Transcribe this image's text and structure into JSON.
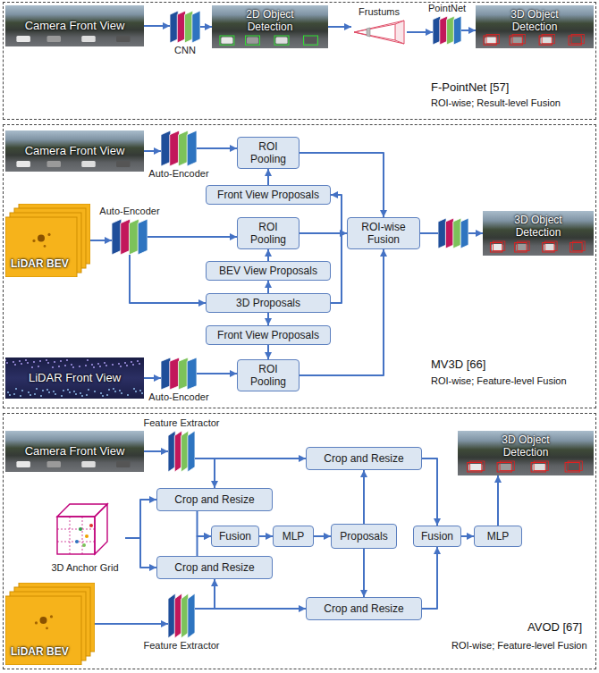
{
  "diagram": {
    "nodes": [
      {
        "text": [
          "F-PointNet [57]",
          "ROI-wise; Result-level Fusion"
        ]
      },
      {
        "text": [
          "Camera Front View"
        ],
        "in": 0
      },
      {
        "text": [
          "CNN"
        ],
        "in": 0
      },
      {
        "text": [
          "2D Object Detection"
        ],
        "in": 0
      },
      {
        "text": [
          "Frustums"
        ],
        "in": 0
      },
      {
        "text": [
          "PointNet"
        ],
        "in": 0
      },
      {
        "text": [
          "3D Object Detection"
        ],
        "in": 0
      },
      {
        "text": [
          "MV3D [66]",
          "ROI-wise; Feature-level Fusion"
        ]
      },
      {
        "text": [
          "Camera Front View"
        ],
        "in": 7
      },
      {
        "text": [
          "Auto-Encoder"
        ],
        "in": 7
      },
      {
        "text": [
          "ROI Pooling"
        ],
        "in": 7
      },
      {
        "text": [
          "Front View Proposals"
        ],
        "in": 7
      },
      {
        "text": [
          "LiDAR BEV"
        ],
        "in": 7
      },
      {
        "text": [
          "Auto-Encoder"
        ],
        "in": 7
      },
      {
        "text": [
          "ROI Pooling"
        ],
        "in": 7
      },
      {
        "text": [
          "BEV View Proposals"
        ],
        "in": 7
      },
      {
        "text": [
          "3D  Proposals"
        ],
        "in": 7
      },
      {
        "text": [
          "Front View Proposals"
        ],
        "in": 7
      },
      {
        "text": [
          "ROI-wise Fusion"
        ],
        "in": 7
      },
      {
        "text": [
          "3D Object Detection"
        ],
        "in": 7
      },
      {
        "text": [
          "LiDAR Front View"
        ],
        "in": 7
      },
      {
        "text": [
          "Auto-Encoder"
        ],
        "in": 7
      },
      {
        "text": [
          "ROI Pooling"
        ],
        "in": 7
      },
      {
        "text": [
          "AVOD [67]",
          "ROI-wise; Feature-level Fusion"
        ]
      },
      {
        "text": [
          "Camera Front View"
        ],
        "in": 23
      },
      {
        "text": [
          "Feature Extractor"
        ],
        "in": 23
      },
      {
        "text": [
          "Crop and Resize"
        ],
        "in": 23
      },
      {
        "text": [
          "Crop and Resize"
        ],
        "in": 23
      },
      {
        "text": [
          "3D Anchor Grid"
        ],
        "in": 23
      },
      {
        "text": [
          "Fusion"
        ],
        "in": 23
      },
      {
        "text": [
          "MLP"
        ],
        "in": 23
      },
      {
        "text": [
          "Proposals"
        ],
        "in": 23
      },
      {
        "text": [
          "Fusion"
        ],
        "in": 23
      },
      {
        "text": [
          "MLP"
        ],
        "in": 23
      },
      {
        "text": [
          "3D Object Detection"
        ],
        "in": 23
      },
      {
        "text": [
          "Crop and Resize"
        ],
        "in": 23
      },
      {
        "text": [
          "Crop and Resize"
        ],
        "in": 23
      },
      {
        "text": [
          "LiDAR BEV"
        ],
        "in": 23
      },
      {
        "text": [
          "Feature Extractor"
        ],
        "in": 23
      }
    ],
    "edges": [
      {
        "from": 1,
        "to": 2,
        "arrow": "to"
      },
      {
        "from": 2,
        "to": 3,
        "arrow": "to"
      },
      {
        "from": 3,
        "to": 4,
        "arrow": "to"
      },
      {
        "from": 4,
        "to": 5,
        "arrow": "to"
      },
      {
        "from": 5,
        "to": 6,
        "arrow": "to"
      },
      {
        "from": 8,
        "to": 9,
        "arrow": "to"
      },
      {
        "from": 9,
        "to": 10,
        "arrow": "to"
      },
      {
        "from": 11,
        "to": 10,
        "arrow": "to"
      },
      {
        "from": 10,
        "to": 18,
        "arrow": "to"
      },
      {
        "from": 12,
        "to": 13,
        "arrow": "to"
      },
      {
        "from": 13,
        "to": 14,
        "arrow": "to"
      },
      {
        "from": 13,
        "to": 16,
        "arrow": "to"
      },
      {
        "from": 15,
        "to": 14,
        "arrow": "to"
      },
      {
        "from": 16,
        "to": 15,
        "arrow": "to"
      },
      {
        "from": 16,
        "to": 11,
        "arrow": "to"
      },
      {
        "from": 16,
        "to": 17,
        "arrow": "to"
      },
      {
        "from": 14,
        "to": 18,
        "arrow": "to"
      },
      {
        "from": 17,
        "to": 22,
        "arrow": "to"
      },
      {
        "from": 20,
        "to": 21,
        "arrow": "to"
      },
      {
        "from": 21,
        "to": 22,
        "arrow": "to"
      },
      {
        "from": 22,
        "to": 18,
        "arrow": "to"
      },
      {
        "from": 18,
        "to": 19,
        "arrow": "to"
      },
      {
        "from": 24,
        "to": 25,
        "arrow": "to"
      },
      {
        "from": 25,
        "to": 26,
        "arrow": "to"
      },
      {
        "from": 25,
        "to": 27,
        "arrow": "to"
      },
      {
        "from": 28,
        "to": 26,
        "arrow": "to"
      },
      {
        "from": 28,
        "to": 35,
        "arrow": "to"
      },
      {
        "from": 26,
        "to": 29,
        "arrow": "to"
      },
      {
        "from": 35,
        "to": 29,
        "arrow": "to"
      },
      {
        "from": 29,
        "to": 30,
        "arrow": "to"
      },
      {
        "from": 30,
        "to": 31,
        "arrow": "to"
      },
      {
        "from": 31,
        "to": 27,
        "arrow": "to"
      },
      {
        "from": 31,
        "to": 36,
        "arrow": "to"
      },
      {
        "from": 27,
        "to": 32,
        "arrow": "to"
      },
      {
        "from": 36,
        "to": 32,
        "arrow": "to"
      },
      {
        "from": 32,
        "to": 33,
        "arrow": "to"
      },
      {
        "from": 33,
        "to": 34,
        "arrow": "to"
      },
      {
        "from": 37,
        "to": 38,
        "arrow": "to"
      },
      {
        "from": 38,
        "to": 35,
        "arrow": "to"
      },
      {
        "from": 38,
        "to": 36,
        "arrow": "to"
      }
    ]
  }
}
